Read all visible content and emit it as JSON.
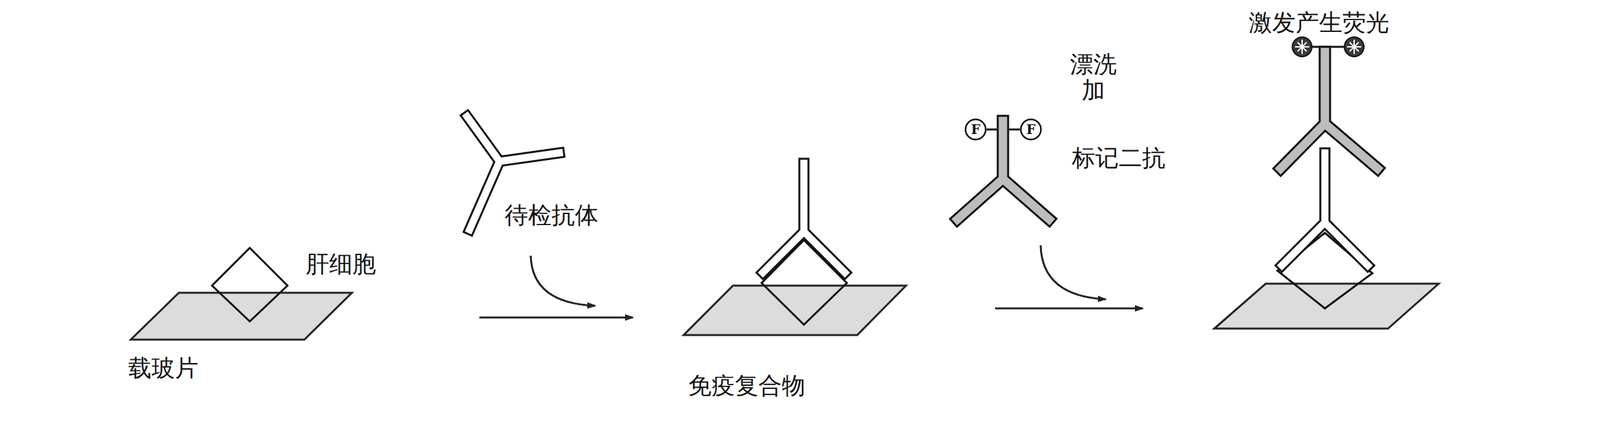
{
  "diagram": {
    "nodes": [
      {
        "text": [
          "F"
        ]
      },
      {
        "text": [
          "F"
        ]
      }
    ],
    "labels": [
      "肝细胞",
      "载玻片",
      "待检抗体",
      "免疫复合物",
      "漂洗",
      "加",
      "标记二抗",
      "激发产生荧光"
    ]
  }
}
